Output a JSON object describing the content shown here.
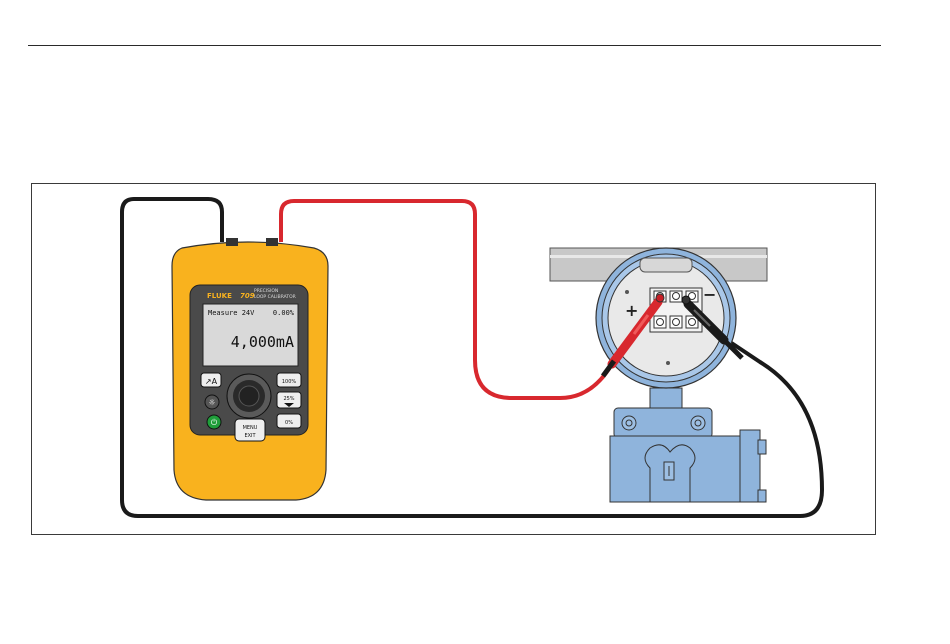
{
  "calibrator": {
    "brand": "FLUKE",
    "model": "709",
    "title_line1": "PRECISION",
    "title_line2": "LOOP CALIBRATOR",
    "display": {
      "mode": "Measure 24V",
      "percent": "0.00%",
      "reading": "4,000mA"
    },
    "keys": {
      "range_key": "↗A",
      "backlight_key": "☼",
      "power_key": "⏻",
      "menu_key": "MENU",
      "exit_key": "EXIT",
      "key_100": "100%",
      "key_25": "25%",
      "key_0": "0%"
    }
  },
  "transmitter": {
    "terminal_plus": "+",
    "terminal_minus": "−"
  },
  "colors": {
    "body_yellow": "#F9B21E",
    "bezel": "#4a4a4a",
    "lcd": "#d9d9d9",
    "lead_red": "#d8282e",
    "lead_black": "#1a1a1a",
    "transmitter_blue": "#8fb4dc",
    "pipe_gray": "#c8c8c8"
  }
}
